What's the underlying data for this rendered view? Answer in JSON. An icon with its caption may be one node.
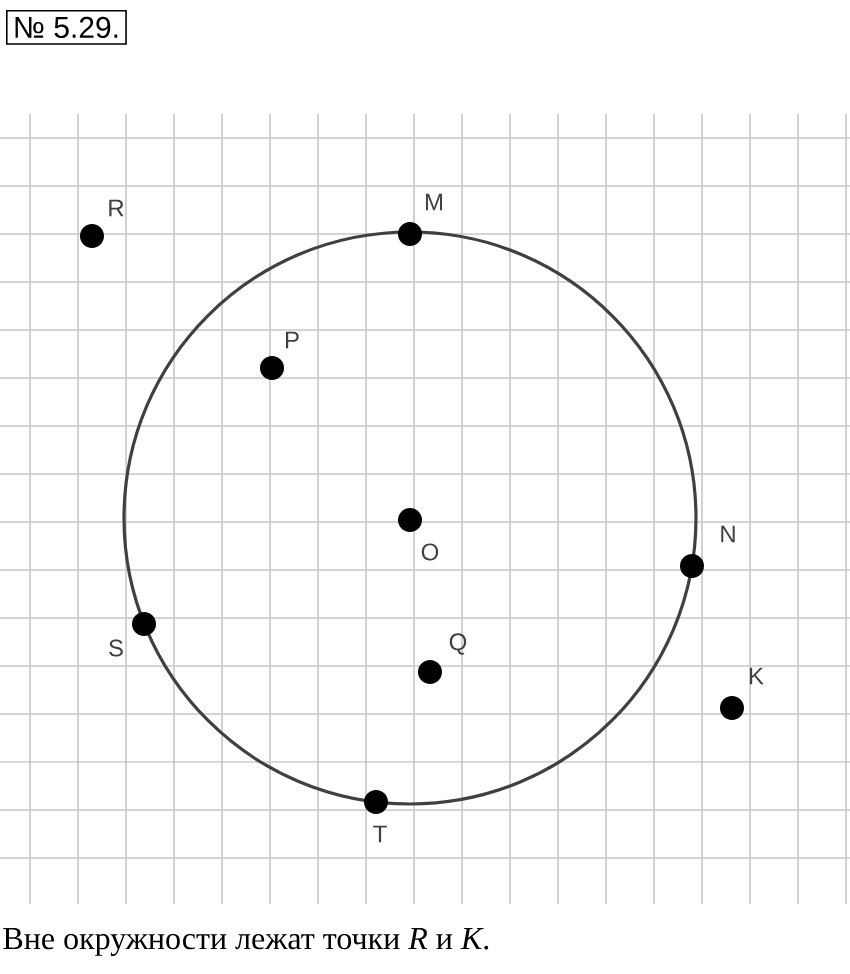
{
  "diagram": {
    "caption": "Вне окружности лежат точки *R* и *K*.",
    "nodes": [
      {
        "text": [],
        "shape": "circle"
      },
      {
        "text": [
          "R"
        ]
      },
      {
        "text": [
          "M"
        ]
      },
      {
        "text": [
          "P"
        ],
        "in": 0
      },
      {
        "text": [
          "O"
        ],
        "in": 0
      },
      {
        "text": [
          "N"
        ]
      },
      {
        "text": [
          "S"
        ]
      },
      {
        "text": [
          "Q"
        ],
        "in": 0
      },
      {
        "text": [
          "K"
        ]
      },
      {
        "text": [
          "T"
        ]
      }
    ],
    "labels": [
      "№ 5.29."
    ]
  }
}
